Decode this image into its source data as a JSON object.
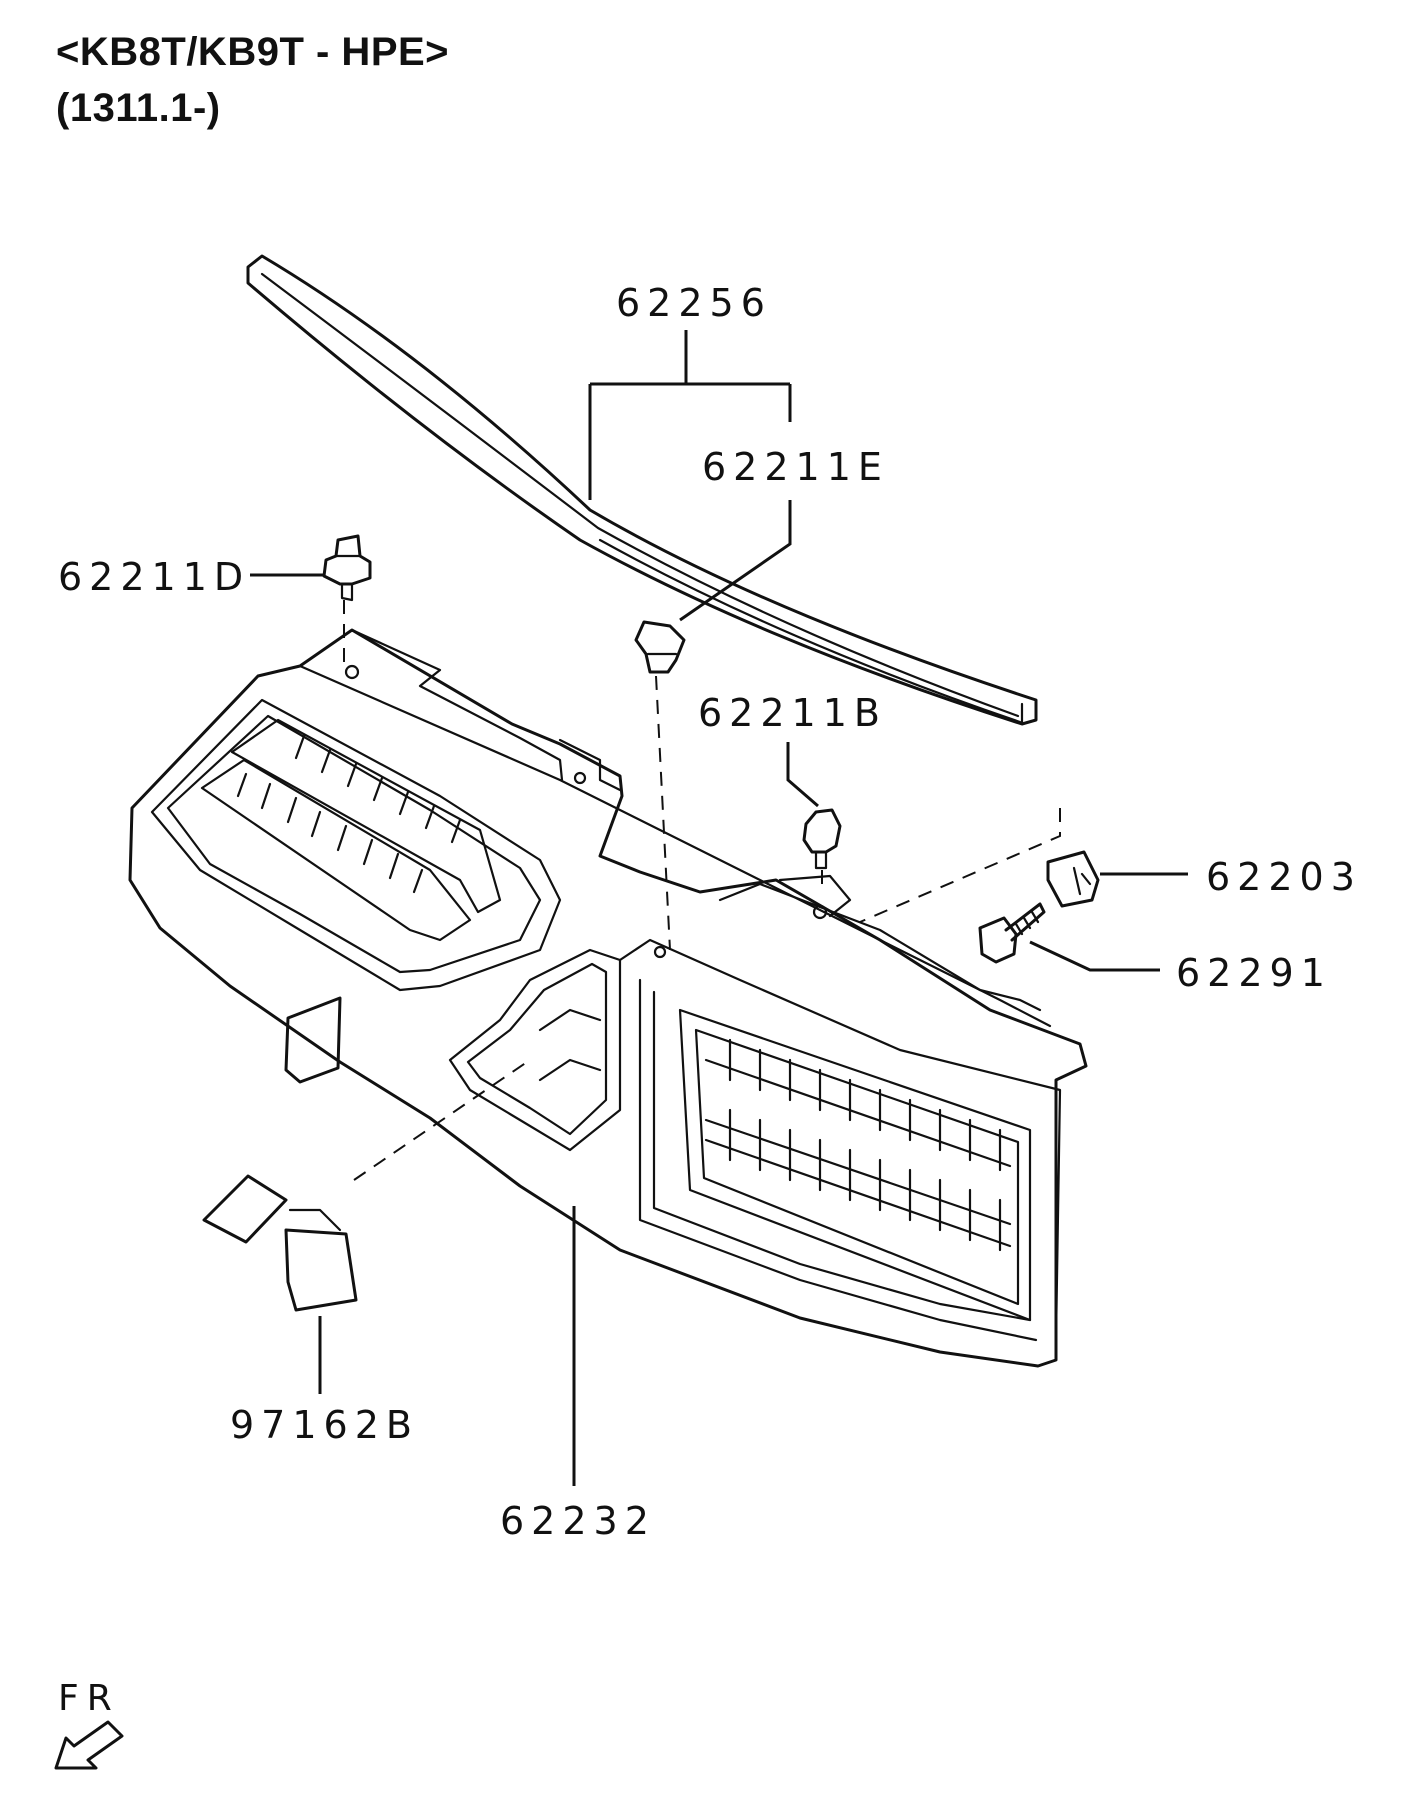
{
  "header": {
    "model": "<KB8T/KB9T - HPE>",
    "range": "(1311.1-)"
  },
  "parts": {
    "p62256": "62256",
    "p62211E": "62211E",
    "p62211D": "62211D",
    "p62211B": "62211B",
    "p62203": "62203",
    "p62291": "62291",
    "p97162B": "97162B",
    "p62232": "62232"
  },
  "orientation": {
    "label": "FR",
    "icon": "front-direction-arrow-icon"
  }
}
